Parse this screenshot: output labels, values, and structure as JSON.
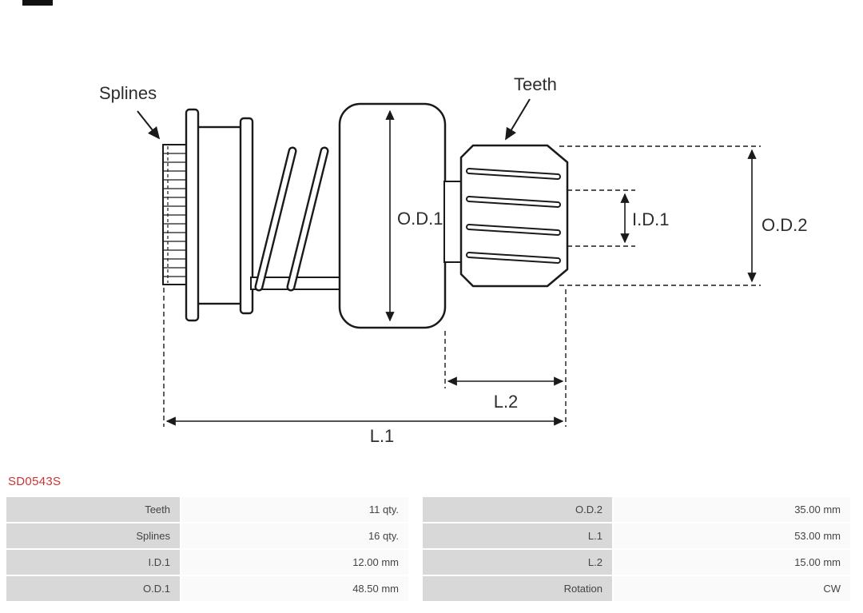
{
  "page": {
    "part_number": "SD0543S"
  },
  "colors": {
    "part_number_red": "#cc3333",
    "diagram_line": "#1a1a1a",
    "table_label_bg": "#d8d8d8",
    "table_value_bg": "#fafafa"
  },
  "diagram": {
    "labels": {
      "splines": "Splines",
      "teeth": "Teeth",
      "od1": "O.D.1",
      "id1": "I.D.1",
      "od2": "O.D.2",
      "l2": "L.2",
      "l1": "L.1"
    }
  },
  "table": {
    "rows": [
      {
        "c1": "Teeth",
        "c2": "11 qty.",
        "c3": "O.D.2",
        "c4": "35.00 mm"
      },
      {
        "c1": "Splines",
        "c2": "16 qty.",
        "c3": "L.1",
        "c4": "53.00 mm"
      },
      {
        "c1": "I.D.1",
        "c2": "12.00 mm",
        "c3": "L.2",
        "c4": "15.00 mm"
      },
      {
        "c1": "O.D.1",
        "c2": "48.50 mm",
        "c3": "Rotation",
        "c4": "CW"
      }
    ]
  }
}
